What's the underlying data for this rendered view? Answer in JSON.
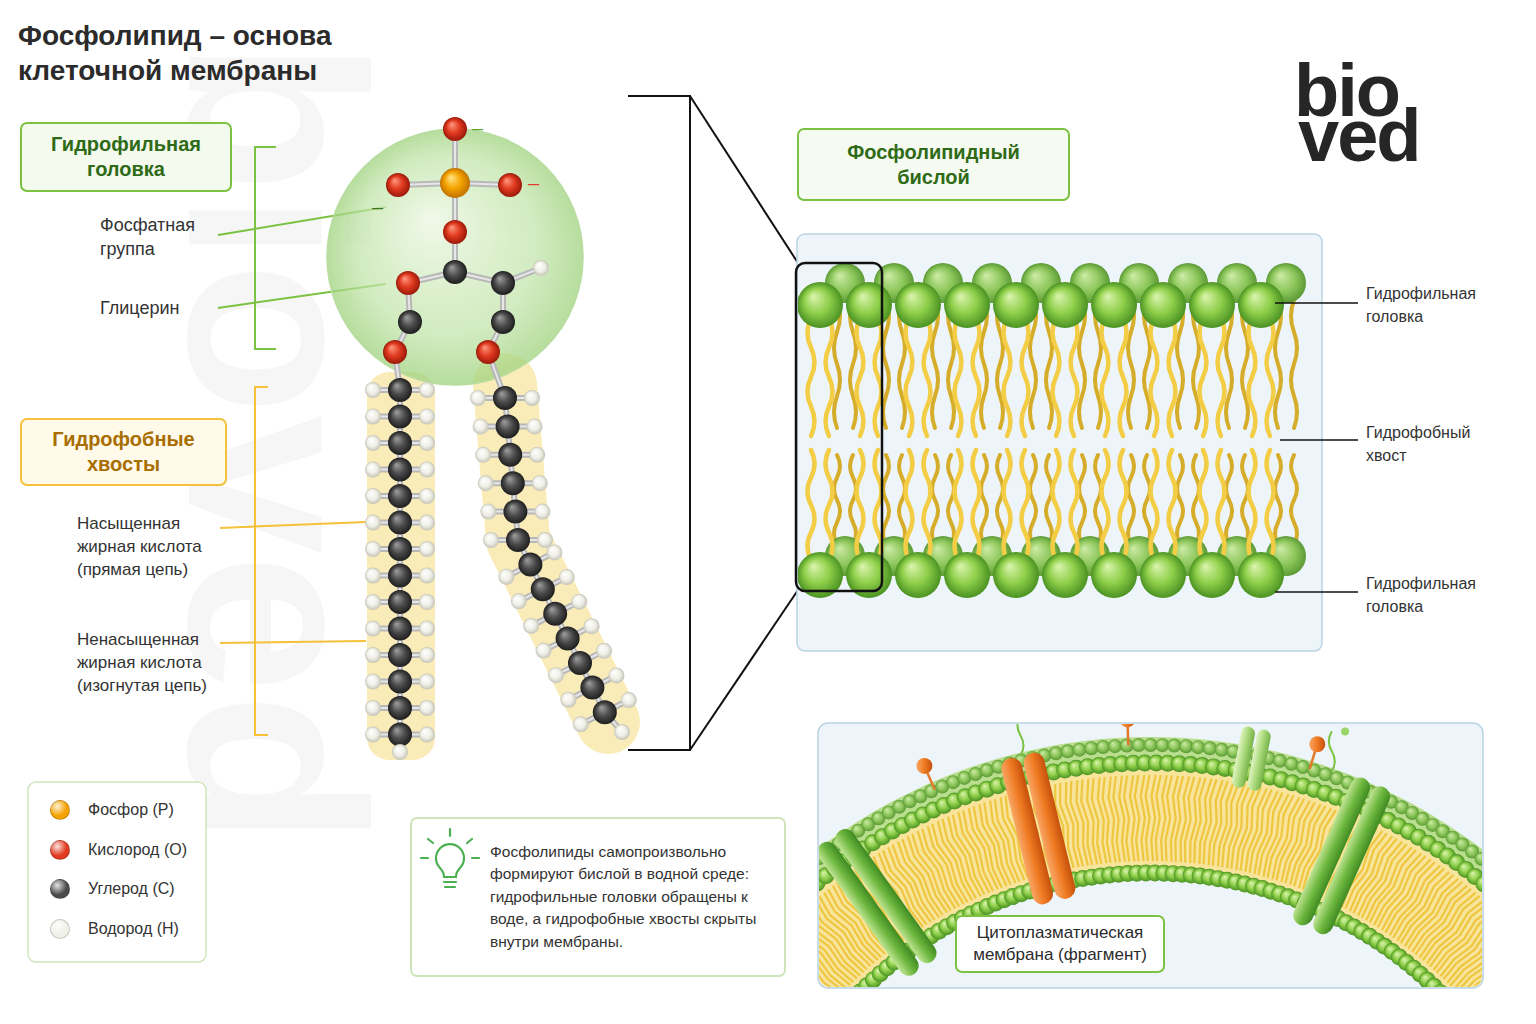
{
  "diagram": {
    "title": "Фосфолипид – основа клеточной мембраны",
    "nodes": [
      {
        "text": [
          "Гидрофильная головка"
        ]
      },
      {
        "text": [
          "Гидрофобные хвосты"
        ]
      },
      {
        "text": [
          "Фосфолипидный бислой"
        ]
      },
      {
        "text": [
          "Фосфолипиды самопроизвольно формируют бислой в водной среде: гидрофильные головки обращены к воде, а гидрофобные хвосты скрыты внутри мембраны."
        ]
      },
      {
        "text": [
          "Цитоплазматическая мембрана (фрагмент)"
        ]
      }
    ],
    "labels": [
      "–",
      "–",
      "–",
      "Фосфатная группа",
      "Глицерин",
      "Насыщенная жирная кислота (прямая цепь)",
      "Ненасыщенная жирная кислота (изогнутая цепь)",
      "Гидрофильная головка",
      "Гидрофобный хвост",
      "Гидрофильная головка",
      "bio",
      "ved",
      "bioved"
    ],
    "legend": [
      {
        "text": "Фосфор (P)",
        "color": "#f5a300"
      },
      {
        "text": "Кислород (O)",
        "color": "#e0391f"
      },
      {
        "text": "Углерод (C)",
        "color": "#4b4b4b"
      },
      {
        "text": "Водород (H)",
        "color": "#f0f0e8"
      }
    ]
  }
}
